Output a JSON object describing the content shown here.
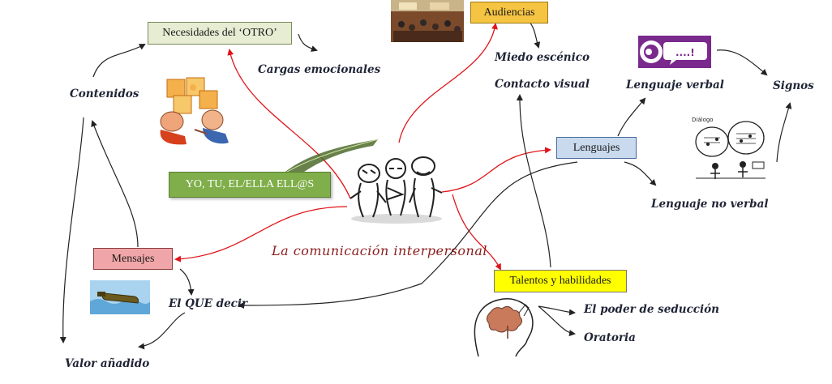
{
  "diagram": {
    "title": "La comunicación interpersonal",
    "top_fragment": "...",
    "boxes": {
      "necesidades": "Necesidades del ‘OTRO’",
      "audiencias": "Audiencias",
      "yo_tu": "YO, TU, EL/ELLA  ELL@S",
      "lenguajes": "Lenguajes",
      "mensajes": "Mensajes",
      "talentos": "Talentos y habilidades"
    },
    "labels": {
      "cargas": "Cargas emocionales",
      "contenidos": "Contenidos",
      "miedo": "Miedo escénico",
      "contacto": "Contacto visual",
      "lenguaje_verbal": "Lenguaje verbal",
      "signos": "Signos",
      "lenguaje_no_verbal": "Lenguaje no verbal",
      "que_decir": "El QUE decir",
      "valor": "Valor añadido",
      "seduccion": "El poder de seducción",
      "oratoria": "Oratoria"
    },
    "speech_icon_text": "....!",
    "dialog_caption": "Diálogo"
  },
  "colors": {
    "arrow_red": "#e0141a",
    "arrow_black": "#222222",
    "box_necesidades": "#e6edd3",
    "box_audiencias": "#f6c443",
    "box_yo_tu": "#7fae4a",
    "box_lenguajes": "#c9d9ee",
    "box_mensajes": "#f0a6a8",
    "box_talentos": "#ffff00",
    "speech_icon_bg": "#7a2a8c"
  }
}
